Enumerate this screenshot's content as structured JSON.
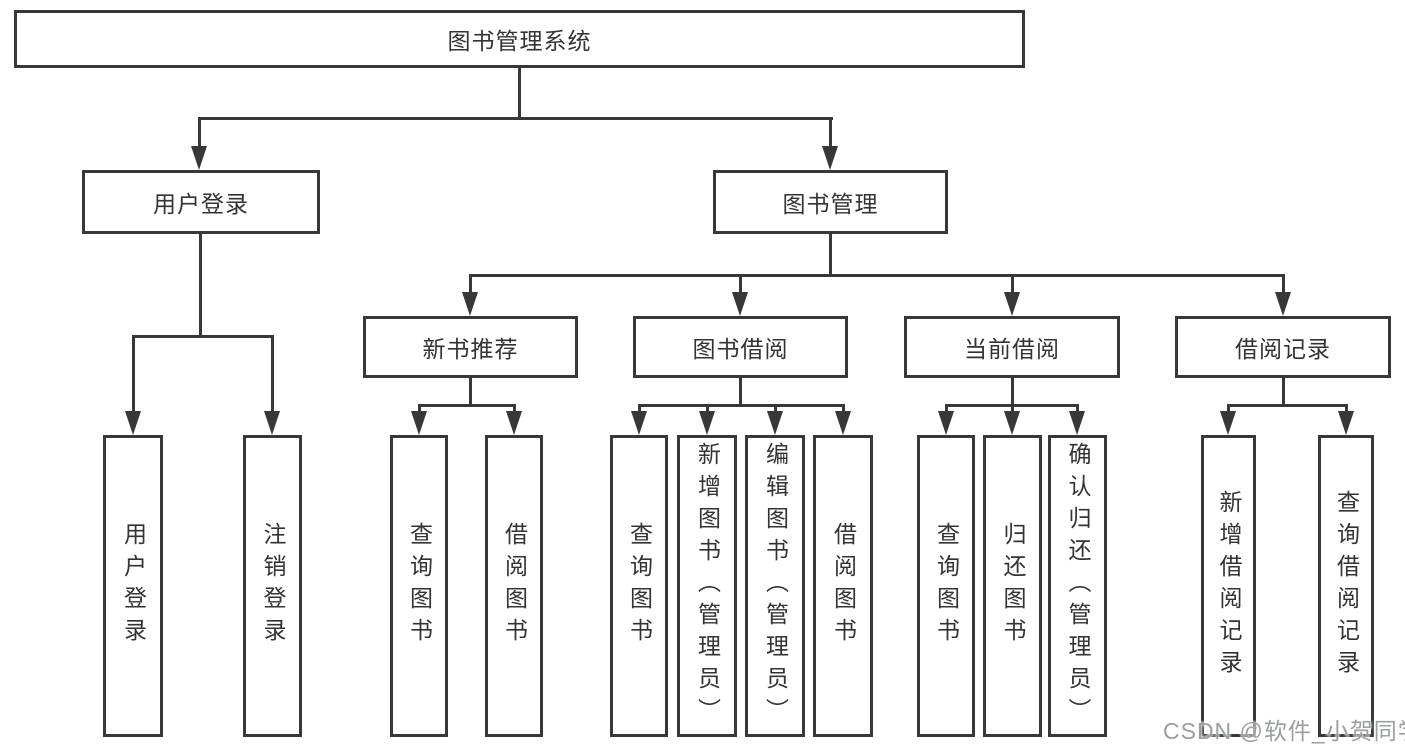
{
  "tree": {
    "label": "图书管理系统",
    "children": [
      {
        "label": "用户登录",
        "children": [
          {
            "label": "用户登录"
          },
          {
            "label": "注销登录"
          }
        ]
      },
      {
        "label": "图书管理",
        "children": [
          {
            "label": "新书推荐",
            "children": [
              {
                "label": "查询图书"
              },
              {
                "label": "借阅图书"
              }
            ]
          },
          {
            "label": "图书借阅",
            "children": [
              {
                "label": "查询图书"
              },
              {
                "label": "新增图书（管理员）"
              },
              {
                "label": "编辑图书（管理员）"
              },
              {
                "label": "借阅图书"
              }
            ]
          },
          {
            "label": "当前借阅",
            "children": [
              {
                "label": "查询图书"
              },
              {
                "label": "归还图书"
              },
              {
                "label": "确认归还（管理员）"
              }
            ]
          },
          {
            "label": "借阅记录",
            "children": [
              {
                "label": "新增借阅记录"
              },
              {
                "label": "查询借阅记录"
              }
            ]
          }
        ]
      }
    ]
  },
  "watermark": "CSDN @软件_小贺同学",
  "colors": {
    "line": "#38383a",
    "text": "#333336",
    "watermark": "#9a9da1",
    "background": "#ffffff"
  }
}
